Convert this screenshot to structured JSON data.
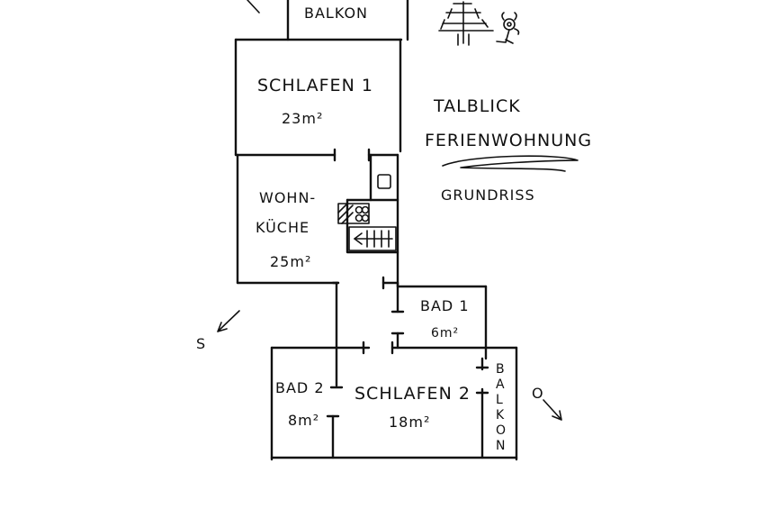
{
  "title": {
    "line1": "TALBLICK",
    "line2": "FERIENWOHNUNG",
    "subtitle": "GRUNDRISS"
  },
  "rooms": {
    "balkon_top": {
      "name": "BALKON"
    },
    "schlafen1": {
      "name": "SCHLAFEN 1",
      "area": "23m²"
    },
    "wohnkueche": {
      "name_line1": "WOHN-",
      "name_line2": "KÜCHE",
      "area": "25m²"
    },
    "bad1": {
      "name": "BAD 1",
      "area": "6m²"
    },
    "bad2": {
      "name": "BAD 2",
      "area": "8m²"
    },
    "schlafen2": {
      "name": "SCHLAFEN 2",
      "area": "18m²"
    },
    "balkon_right": {
      "name": "BALKON",
      "letters": [
        "B",
        "A",
        "L",
        "K",
        "O",
        "N"
      ]
    }
  },
  "compass": {
    "south": "S",
    "east": "O"
  },
  "icons": {
    "stove": "stove-icon",
    "sink": "sink-icon",
    "stairs": "stairs-icon",
    "tree": "tree-icon",
    "flower": "flower-icon"
  }
}
